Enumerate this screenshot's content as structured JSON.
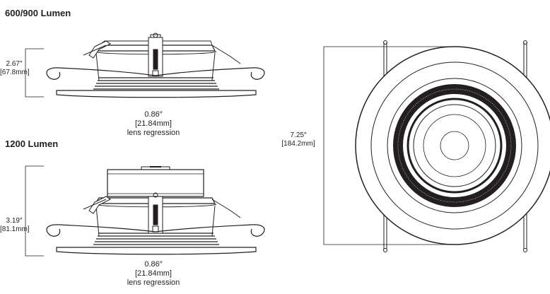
{
  "drawings": {
    "low_output": {
      "title": "600/900 Lumen",
      "height": {
        "inch": "2.67″",
        "mm": "[67.8mm]"
      },
      "regression": {
        "inch": "0.86″",
        "mm": "[21.84mm]",
        "note": "lens regression"
      }
    },
    "high_output": {
      "title": "1200 Lumen",
      "height": {
        "inch": "3.19″",
        "mm": "[81.1mm]"
      },
      "regression": {
        "inch": "0.86″",
        "mm": "[21.84mm]",
        "note": "lens regression"
      }
    },
    "top_view": {
      "diameter": {
        "inch": "7.25″",
        "mm": "[184.2mm]"
      }
    }
  }
}
